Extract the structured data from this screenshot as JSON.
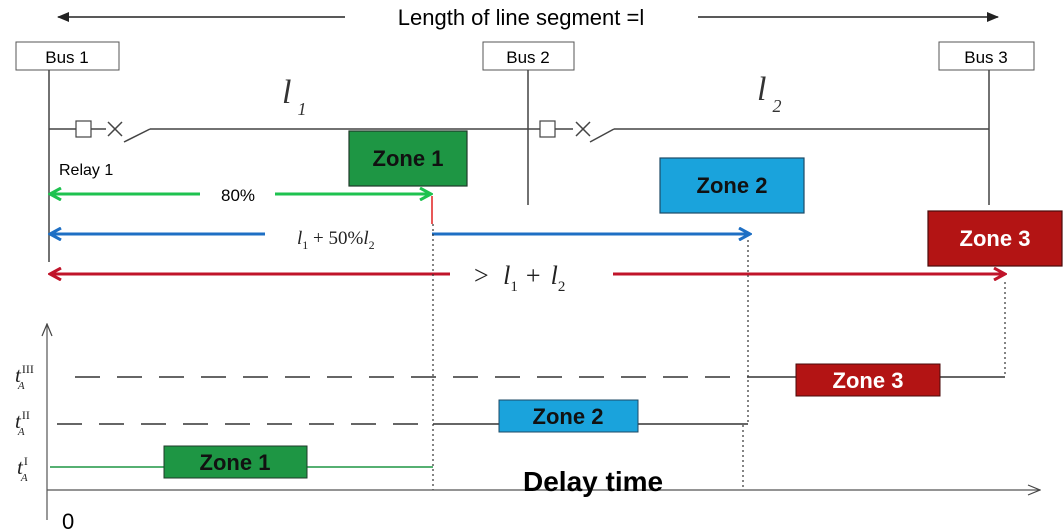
{
  "title": "Length of line segment =l",
  "buses": [
    "Bus 1",
    "Bus 2",
    "Bus 3"
  ],
  "segments": {
    "l1": {
      "sym": "l",
      "sub": "1"
    },
    "l2": {
      "sym": "l",
      "sub": "2"
    }
  },
  "relay_label": "Relay 1",
  "zone1": {
    "label": "Zone 1",
    "reach": "80%",
    "color": "#1e9644"
  },
  "zone2": {
    "label": "Zone 2",
    "reach": "l1 + 50% l2",
    "color": "#1aa3dc"
  },
  "zone3": {
    "label": "Zone 3",
    "reach": "> l1 + l2",
    "color": "#b31414"
  },
  "time_axis": {
    "origin": "0",
    "xlabel": "Delay time",
    "levels": [
      {
        "sym": "t",
        "sub": "A",
        "sup": "I"
      },
      {
        "sym": "t",
        "sub": "A",
        "sup": "II"
      },
      {
        "sym": "t",
        "sub": "A",
        "sup": "III"
      }
    ]
  }
}
